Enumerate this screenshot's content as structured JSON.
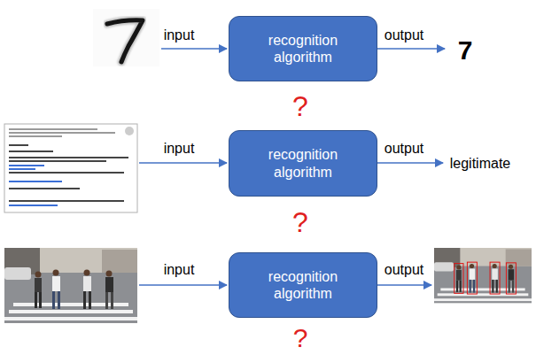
{
  "diagram": {
    "nodes": [
      {
        "text": [
          "recognition algorithm"
        ]
      },
      {
        "text": [
          "recognition algorithm"
        ]
      },
      {
        "text": [
          "recognition algorithm"
        ]
      }
    ],
    "labels": [
      "input",
      "output",
      "7",
      "?",
      "input",
      "output",
      "legitimate",
      "?",
      "input",
      "output",
      "?"
    ]
  }
}
